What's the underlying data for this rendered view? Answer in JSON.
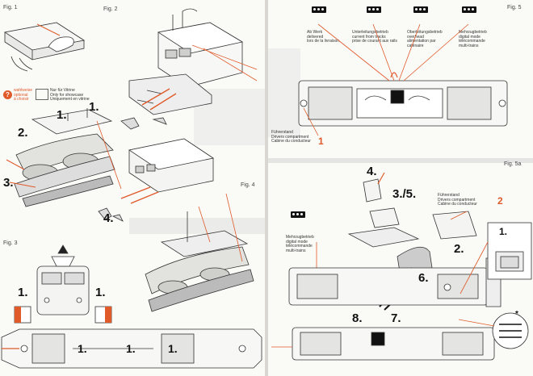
{
  "figures": {
    "fig1": "Fig. 1",
    "fig2": "Fig. 2",
    "fig3": "Fig. 3",
    "fig4": "Fig. 4",
    "fig5": "Fig. 5",
    "fig5a": "Fig. 5a"
  },
  "legend": {
    "optional_lines": [
      "wahlweise",
      "optional",
      "à choisir"
    ],
    "vitrine_lines": [
      "Nur für Vitrine",
      "Only for showcase",
      "Uniquement en vitrine"
    ]
  },
  "steps": {
    "s1": "1.",
    "s2": "2.",
    "s3": "3.",
    "s4": "4.",
    "s35": "3./5.",
    "s6": "6.",
    "s7": "7.",
    "s8": "8.",
    "s12": "1.",
    "star": "*"
  },
  "modes": [
    [
      "Ab Werk",
      "delivered",
      "lors de la livraison"
    ],
    [
      "Unterleitungsbetrieb",
      "current from tracks",
      "prise de courant aux rails"
    ],
    [
      "Oberleitungsbetrieb",
      "overhead",
      "alimentation par",
      "caténaire"
    ],
    [
      "Mehrzugbetrieb",
      "digital mode",
      "télécommande",
      "multi-trains"
    ]
  ],
  "cab1": {
    "lines": [
      "Führerstand",
      "Drivers compartment",
      "Cabine du conducteur"
    ],
    "number": "1"
  },
  "cab2": {
    "lines": [
      "Führerstand",
      "Drivers compartment",
      "Cabine du conducteur"
    ],
    "number": "2"
  },
  "digital_label": [
    "Mehrzugbetrieb",
    "digital mode",
    "télécommande",
    "multi-trains"
  ],
  "colors": {
    "accent": "#e05a2a",
    "ink": "#222222"
  }
}
